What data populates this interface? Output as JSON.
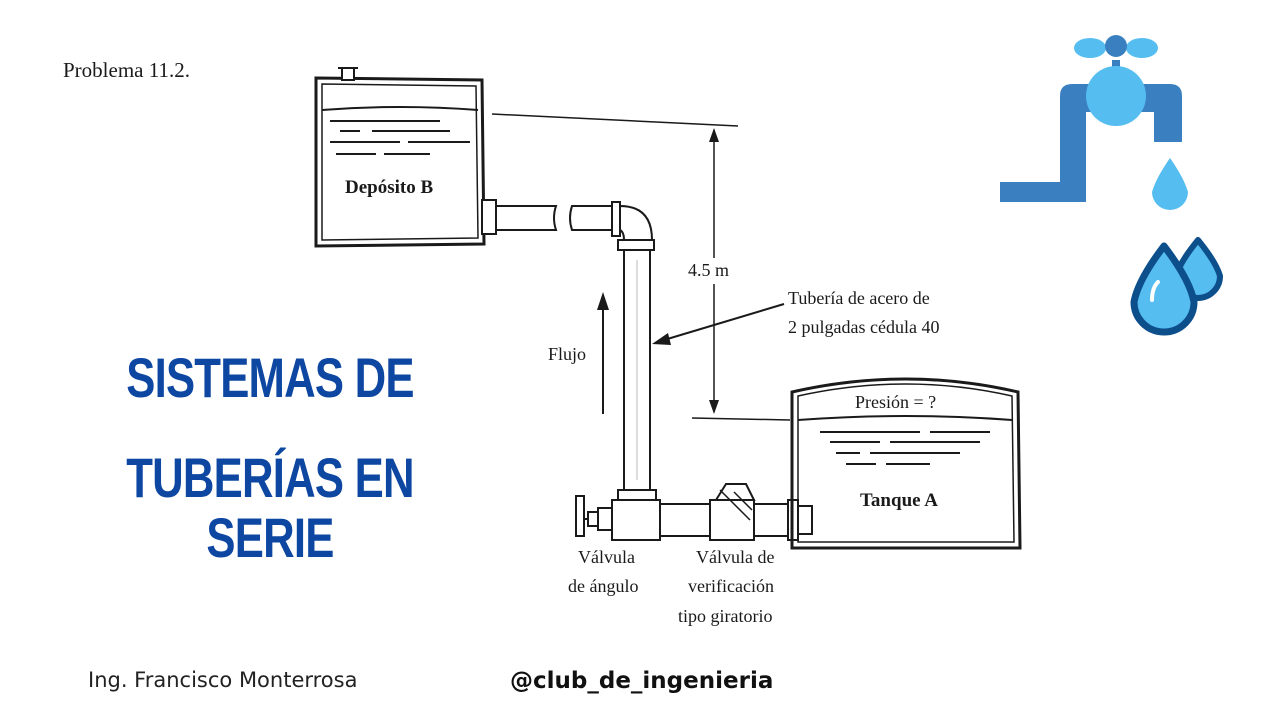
{
  "problem_label": "Problema 11.2.",
  "title": {
    "line1": "SISTEMAS DE",
    "line2": "TUBERÍAS EN SERIE"
  },
  "diagram": {
    "deposit_label": "Depósito B",
    "tank_label": "Tanque A",
    "pressure_label": "Presión = ?",
    "height_label": "4.5 m",
    "flow_label": "Flujo",
    "pipe_label_line1": "Tubería de acero de",
    "pipe_label_line2": "2 pulgadas cédula 40",
    "valve_angle_line1": "Válvula",
    "valve_angle_line2": "de ángulo",
    "valve_check_line1": "Válvula de",
    "valve_check_line2": "verificación",
    "valve_check_line3": "tipo giratorio"
  },
  "footer": {
    "author": "Ing. Francisco Monterrosa",
    "handle": "@club_de_ingenieria"
  },
  "icons": [
    "faucet-icon",
    "water-drop-icon",
    "water-drops-icon"
  ],
  "colors": {
    "title": "#0d47a1",
    "faucet_dark": "#3a7fc0",
    "faucet_light": "#56bdf0",
    "drop_outline": "#0d4f8b"
  }
}
